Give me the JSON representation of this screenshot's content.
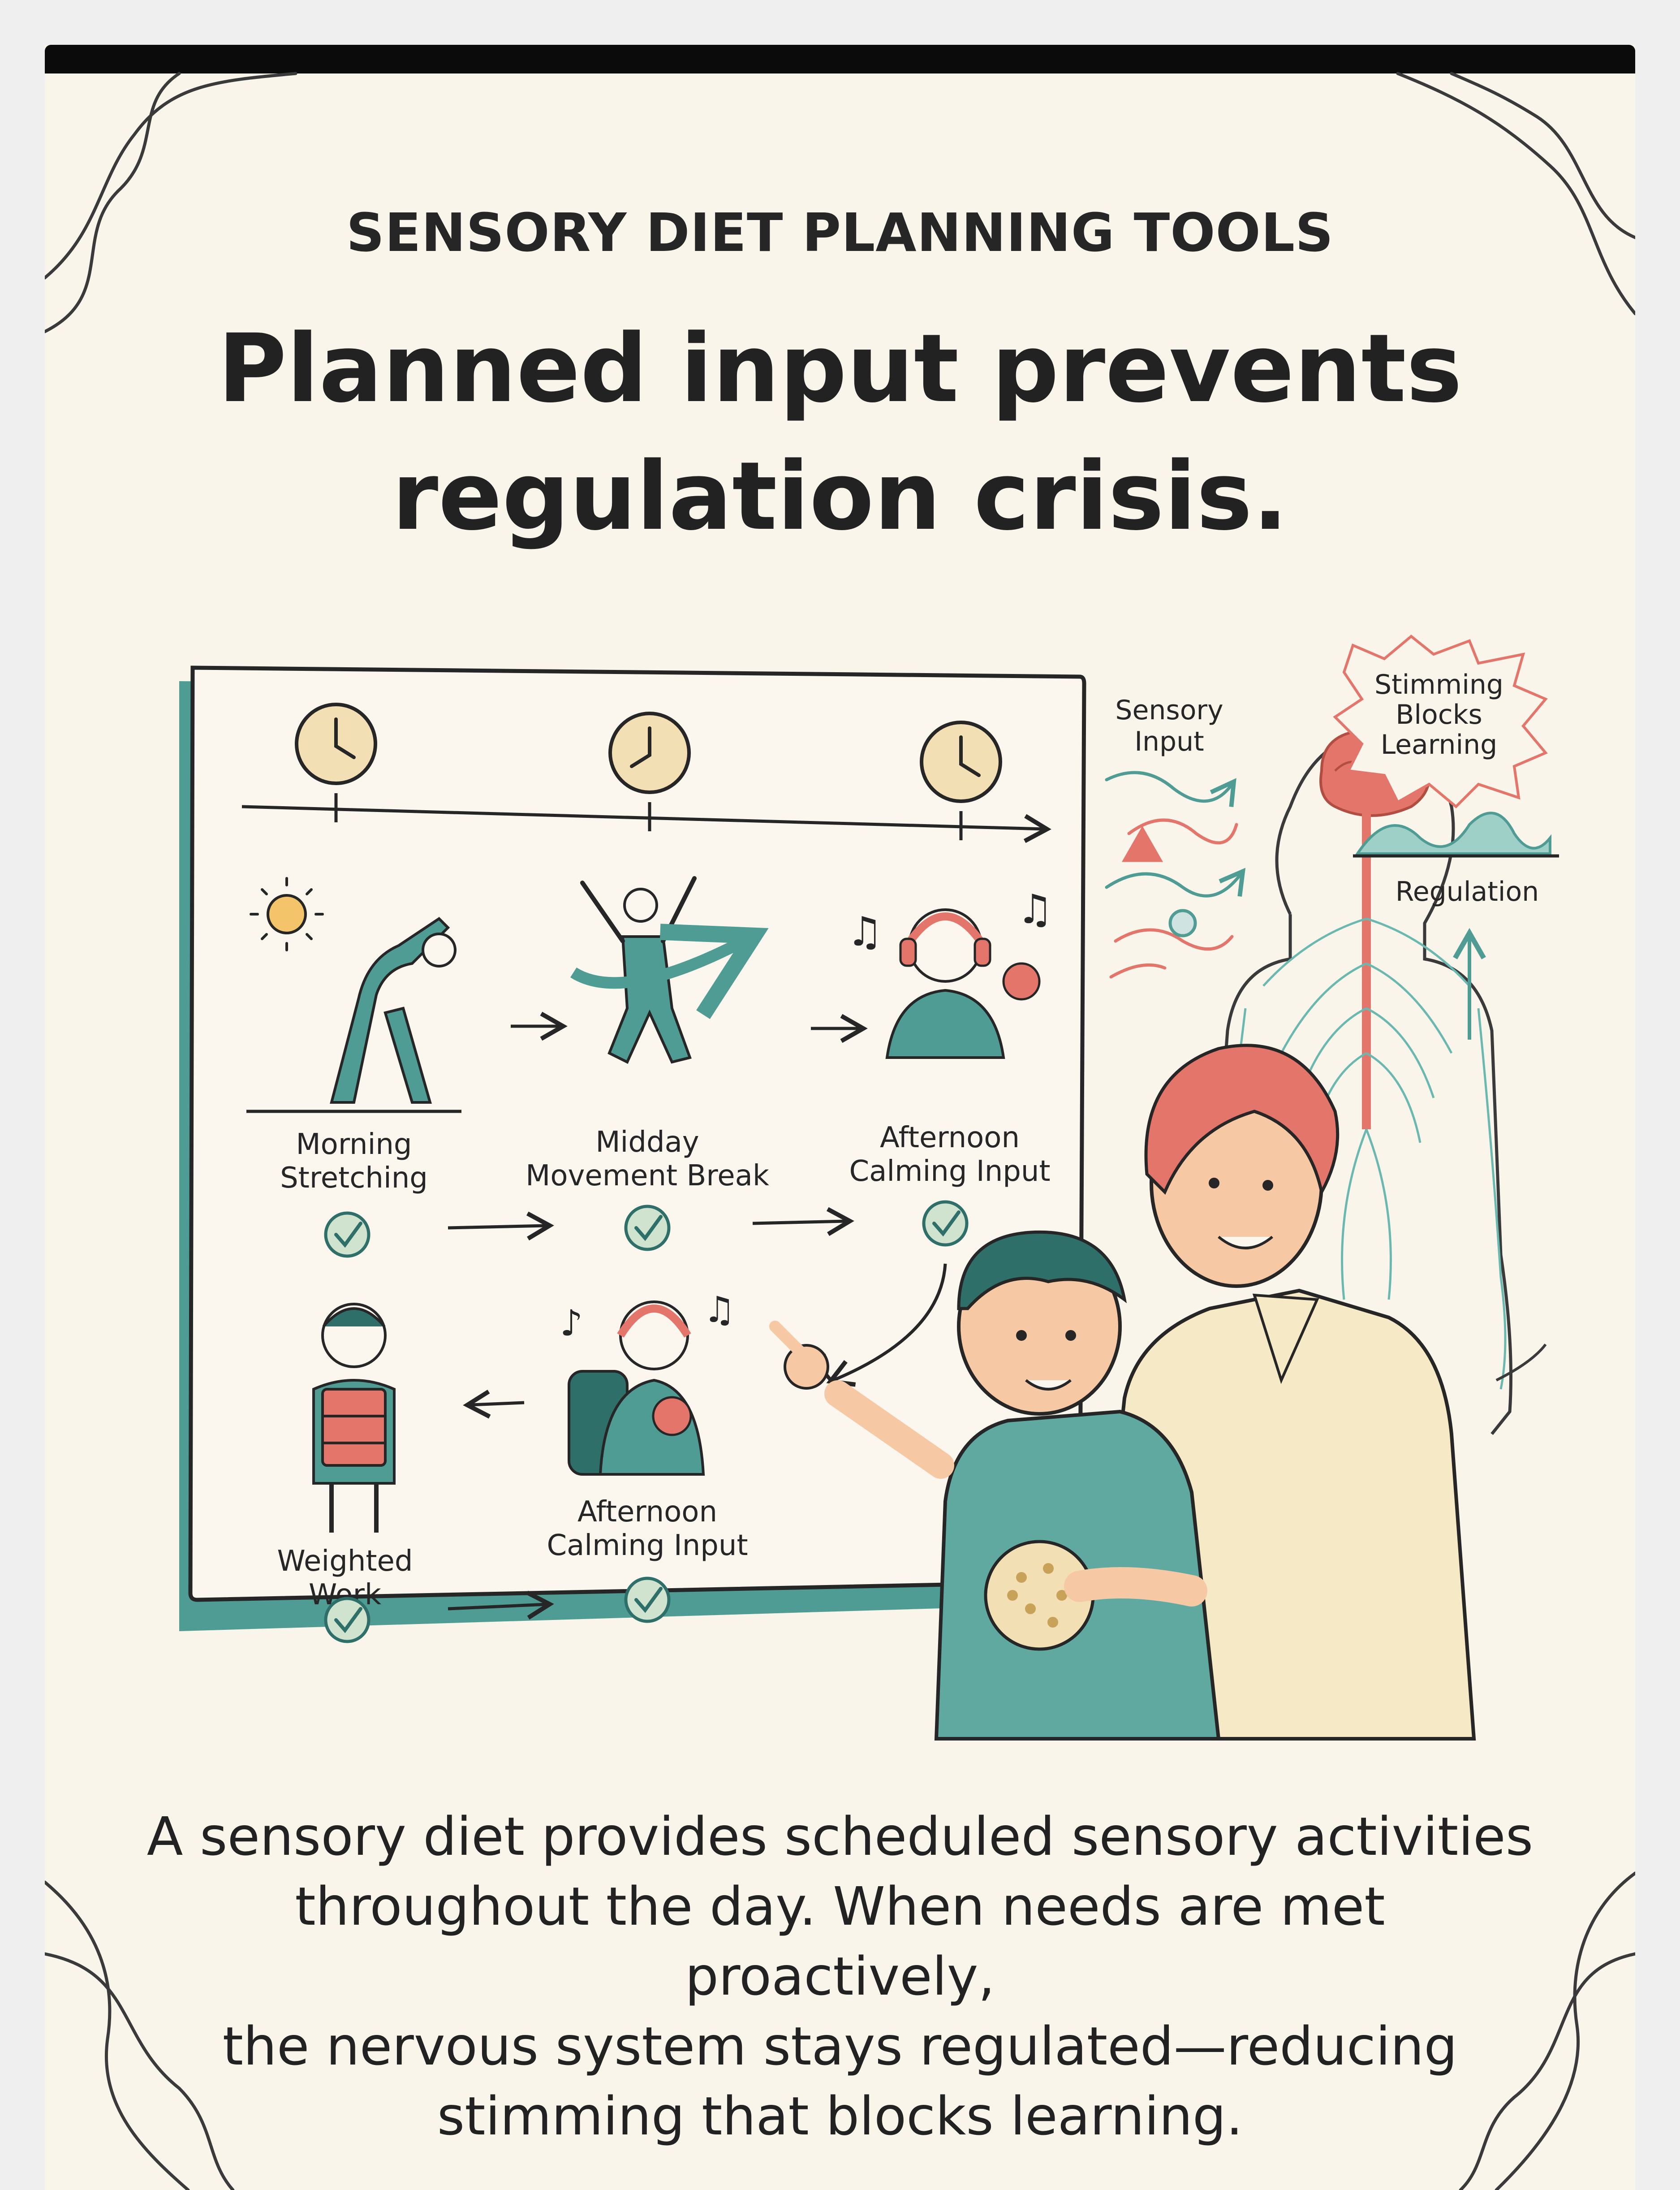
{
  "header": {
    "kicker": "SENSORY DIET PLANNING TOOLS",
    "headline_line1": "Planned input prevents",
    "headline_line2": "regulation crisis."
  },
  "schedule_board": {
    "activities": [
      {
        "line1": "Morning",
        "line2": "Stretching"
      },
      {
        "line1": "Midday",
        "line2": "Movement Break"
      },
      {
        "line1": "Afternoon",
        "line2": "Calming Input"
      },
      {
        "line1": "Weighted",
        "line2": "Work"
      },
      {
        "line1": "Afternoon",
        "line2": "Calming Input"
      }
    ]
  },
  "nervous_system": {
    "input_line1": "Sensory",
    "input_line2": "Input",
    "burst_line1": "Stimming",
    "burst_line2": "Blocks",
    "burst_line3": "Learning",
    "regulation": "Regulation"
  },
  "body": {
    "line1": "A sensory diet provides scheduled sensory activities",
    "line2": "throughout the day. When needs are met proactively,",
    "line3": "the nervous system stays regulated—reducing",
    "line4": "stimming that blocks learning."
  },
  "colors": {
    "teal": "#4f9c94",
    "teal_dark": "#2f6f6a",
    "coral": "#e4756a",
    "cream": "#faf5ea",
    "ink": "#262626"
  }
}
